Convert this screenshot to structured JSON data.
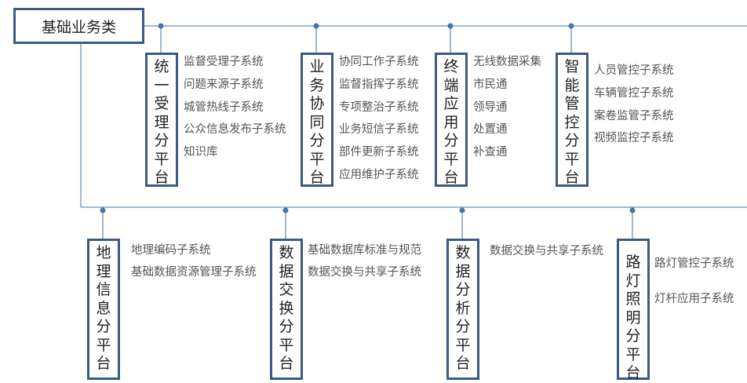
{
  "root": {
    "label": "基础业务类"
  },
  "top_platforms": [
    {
      "name": "统一受理分平台",
      "items": [
        "监督受理子系统",
        "问题来源子系统",
        "城管热线子系统",
        "公众信息发布子系统",
        "知识库"
      ]
    },
    {
      "name": "业务协同分平台",
      "items": [
        "协同工作子系统",
        "监督指挥子系统",
        "专项整治子系统",
        "业务短信子系统",
        "部件更新子系统",
        "应用维护子系统"
      ]
    },
    {
      "name": "终端应用分平台",
      "items": [
        "无线数据采集",
        "市民通",
        "领导通",
        "处置通",
        "补查通"
      ]
    },
    {
      "name": "智能管控分平台",
      "items": [
        "人员管控子系统",
        "车辆管控子系统",
        "案卷监管子系统",
        "视频监控子系统"
      ]
    }
  ],
  "bottom_platforms": [
    {
      "name": "地理信息分平台",
      "items": [
        "地理编码子系统",
        "基础数据资源管理子系统"
      ]
    },
    {
      "name": "数据交换分平台",
      "items": [
        "基础数据库标准与规范",
        "数据交换与共享子系统"
      ]
    },
    {
      "name": "数据分析分平台",
      "items": [
        "数据交换与共享子系统"
      ]
    },
    {
      "name": "路灯照明分平台",
      "items": [
        "路灯管控子系统",
        "灯杆应用子系统"
      ]
    }
  ],
  "colors": {
    "border": "#3d5a80",
    "line": "#6f8fb8",
    "dot": "#4a72a8"
  }
}
